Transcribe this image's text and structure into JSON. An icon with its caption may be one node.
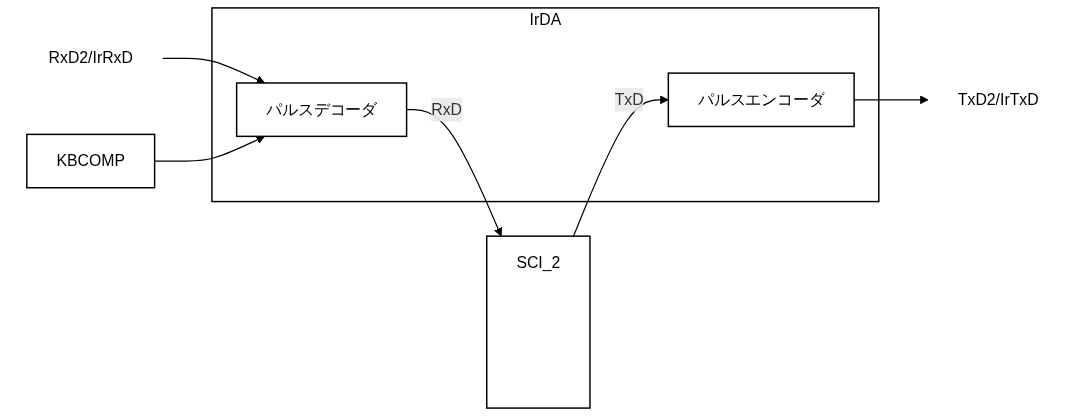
{
  "diagram": {
    "nodes": [
      {
        "text": [
          "IrDA"
        ]
      },
      {
        "text": [
          "パルスエンコーダ"
        ],
        "in": 0
      },
      {
        "text": [
          "パルスデコーダ"
        ],
        "in": 0
      },
      {
        "text": [
          "SCI_2"
        ]
      },
      {
        "text": [
          "KBCOMP"
        ]
      },
      {
        "text": [
          "TxD2/IrTxD"
        ]
      },
      {
        "text": [
          "RxD2/IrRxD"
        ]
      }
    ],
    "edges": [
      {
        "from": 1,
        "to": 5,
        "arrow": "to"
      },
      {
        "from": 3,
        "to": 1,
        "arrow": "to",
        "label": "TxD"
      },
      {
        "from": 6,
        "to": 2,
        "arrow": "to"
      },
      {
        "from": 2,
        "to": 3,
        "arrow": "to",
        "label": "RxD"
      },
      {
        "from": 4,
        "to": 2,
        "arrow": "to"
      }
    ]
  }
}
